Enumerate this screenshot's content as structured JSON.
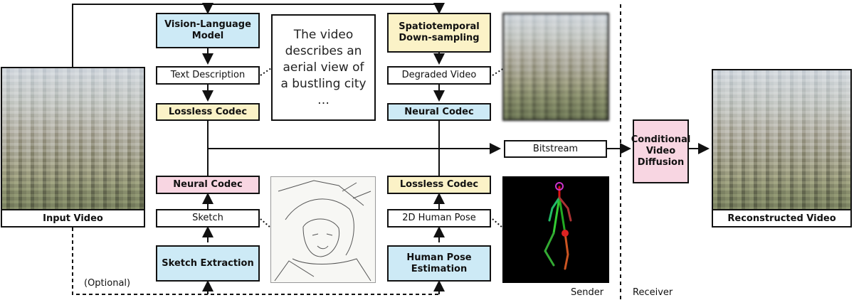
{
  "boxes": {
    "vlm": "Vision-Language Model",
    "text_description": "Text Description",
    "lossless_codec_top": "Lossless Codec",
    "spatiotemporal": "Spatiotemporal Down-sampling",
    "degraded_video": "Degraded Video",
    "neural_codec_top": "Neural Codec",
    "bitstream": "Bitstream",
    "conditional": "Conditional Video Diffusion",
    "neural_codec_bottom": "Neural Codec",
    "sketch": "Sketch",
    "sketch_extraction": "Sketch Extraction",
    "lossless_codec_bottom": "Lossless Codec",
    "human_pose_2d": "2D Human Pose",
    "pose_estimation": "Human Pose Estimation"
  },
  "captions": {
    "input_video": "Input Video",
    "reconstructed_video": "Reconstructed Video"
  },
  "text_card": "The video describes an aerial view of a bustling city …",
  "labels": {
    "optional": "(Optional)",
    "sender": "Sender",
    "receiver": "Receiver"
  },
  "colors": {
    "blue": "#cdeaf6",
    "yellow": "#fbf2c7",
    "pink": "#f8d6e2"
  }
}
